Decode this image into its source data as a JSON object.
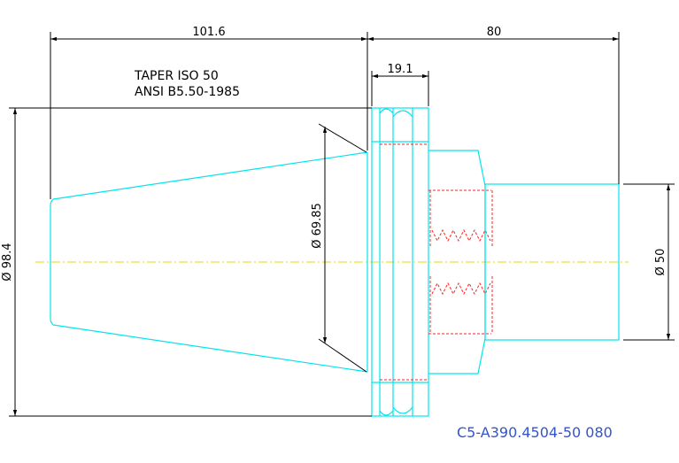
{
  "drawing": {
    "note_line1": "TAPER ISO 50",
    "note_line2": "ANSI B5.50-1985",
    "part_number": "C5-A390.4504-50 080",
    "colors": {
      "geometry": "#00e5ee",
      "dimension": "#000000",
      "hidden": "#ff2020",
      "centerline": "#e8d800",
      "part_number": "#3355cc"
    }
  },
  "dimensions": {
    "taper_length": "101.6",
    "overall_length": "80",
    "flange_width": "19.1",
    "outer_dia": "Ø 98.4",
    "taper_dia": "Ø 69.85",
    "shank_dia": "Ø 50"
  }
}
